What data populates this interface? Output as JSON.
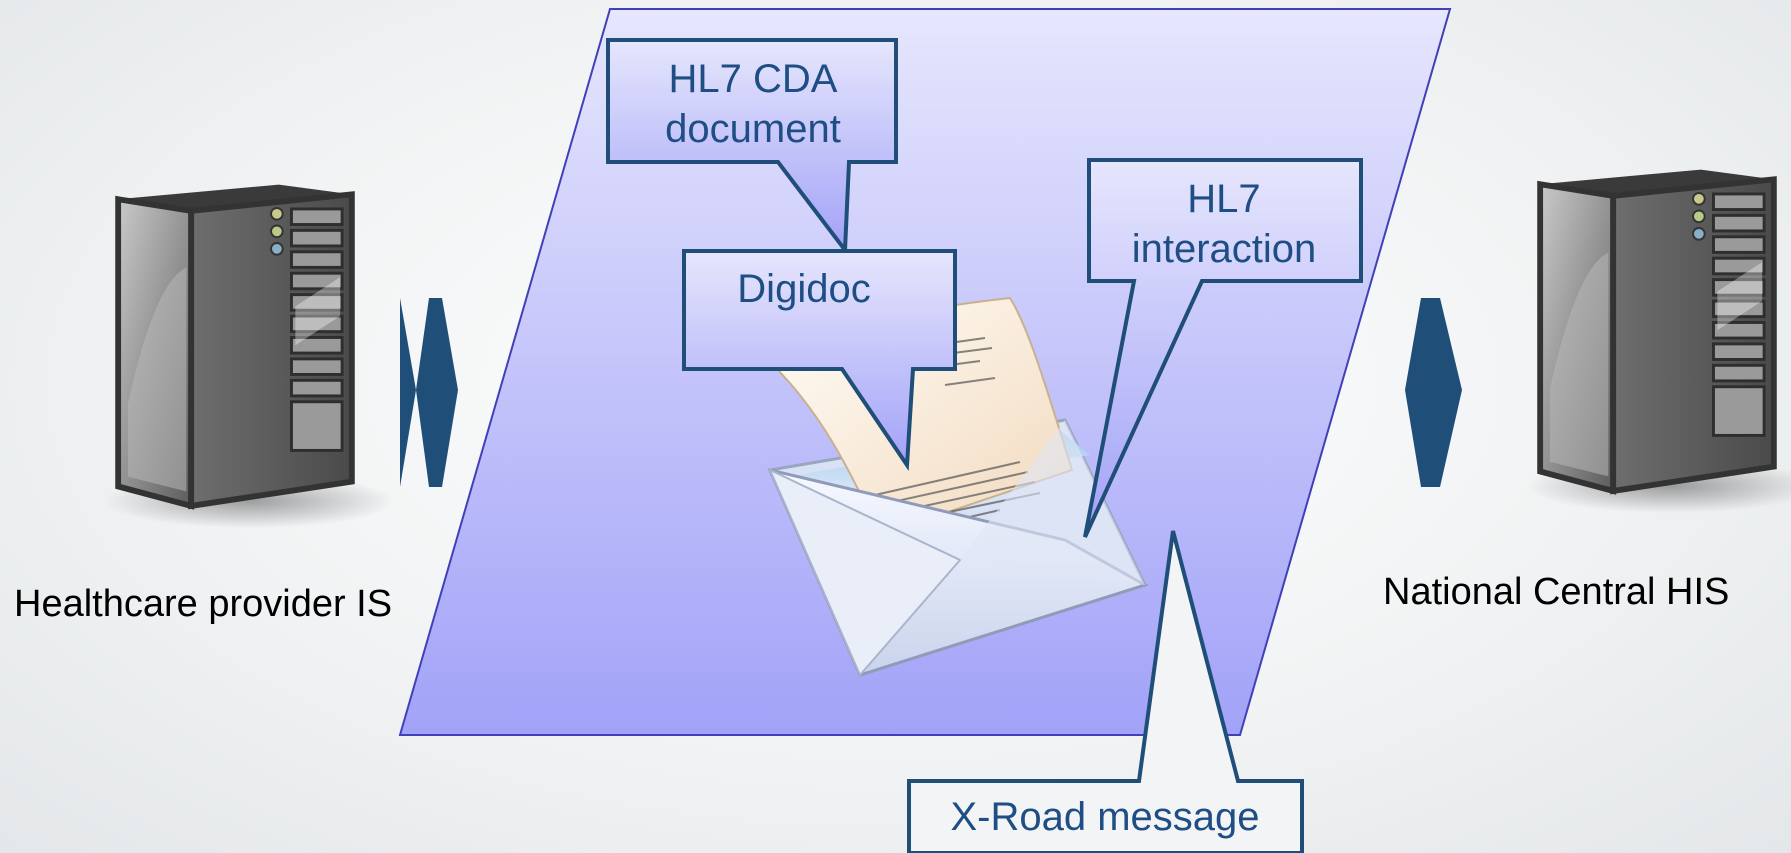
{
  "labels": {
    "hl7_cda_line1": "HL7 CDA",
    "hl7_cda_line2": "document",
    "digidoc": "Digidoc",
    "hl7_interaction_line1": "HL7",
    "hl7_interaction_line2": "interaction",
    "xroad_message": "X-Road message",
    "left_server": "Healthcare provider IS",
    "right_server": "National Central HIS"
  },
  "colors": {
    "callout_stroke": "#1f4e79",
    "callout_text": "#1f4e85",
    "arrow_fill": "#1f4e79",
    "envelope_band_top": "#e4e4fc",
    "envelope_band_bottom": "#a4a4f8"
  },
  "icons": {
    "left_server": "server-tower-icon",
    "right_server": "server-tower-icon",
    "left_arrow": "double-headed-arrow-icon",
    "right_arrow": "double-headed-arrow-icon",
    "envelope": "open-envelope-with-letter-icon"
  }
}
